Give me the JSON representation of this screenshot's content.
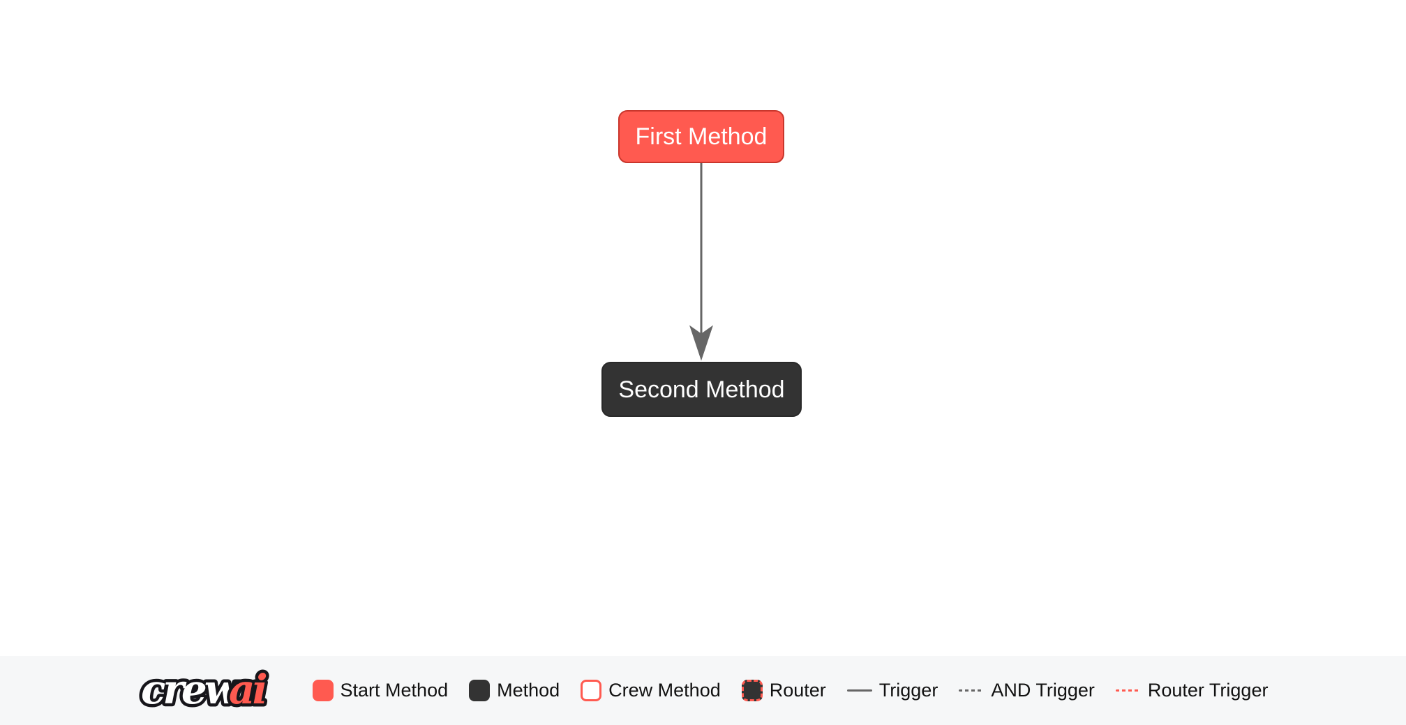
{
  "diagram": {
    "nodes": [
      {
        "label": "First Method",
        "type": "start-method"
      },
      {
        "label": "Second Method",
        "type": "method"
      }
    ],
    "edges": [
      {
        "from": "First Method",
        "to": "Second Method",
        "type": "trigger"
      }
    ]
  },
  "legend": {
    "logo": {
      "crew": "crew",
      "ai": "ai"
    },
    "items": [
      {
        "label": "Start Method",
        "marker": "start-method-swatch"
      },
      {
        "label": "Method",
        "marker": "method-swatch"
      },
      {
        "label": "Crew Method",
        "marker": "crew-method-swatch"
      },
      {
        "label": "Router",
        "marker": "router-swatch"
      },
      {
        "label": "Trigger",
        "marker": "trigger-line"
      },
      {
        "label": "AND Trigger",
        "marker": "and-trigger-dashed-line"
      },
      {
        "label": "Router Trigger",
        "marker": "router-trigger-red-dashed-line"
      }
    ]
  },
  "colors": {
    "canvas_bg": "#FFFFFF",
    "legend_bg": "#F6F7F8",
    "start_node_bg": "#FF5A50",
    "start_node_border": "#C9362C",
    "method_node_bg": "#333333",
    "method_node_border": "#292929",
    "node_text": "#FFFFFF",
    "edge": "#666666",
    "router_accent": "#FF5A50",
    "legend_text": "#111111",
    "logo_outline": "#17161B"
  }
}
